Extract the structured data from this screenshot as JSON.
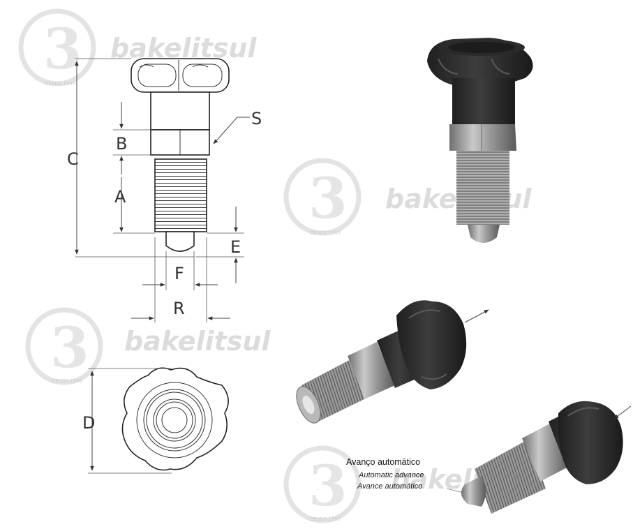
{
  "watermark": {
    "brand": "bakelitsul",
    "seal_text": "DESDE 1995"
  },
  "dimensions": {
    "A": "A",
    "B": "B",
    "C": "C",
    "D": "D",
    "E": "E",
    "F": "F",
    "R": "R",
    "S": "S"
  },
  "annotation": {
    "title": "Avanço automático",
    "english": "Automatic advance",
    "spanish": "Avance automático"
  },
  "colors": {
    "knob": "#2e2e2e",
    "metal": "#9a9a9a",
    "watermark": "#dcdcdc",
    "line": "#333333"
  }
}
